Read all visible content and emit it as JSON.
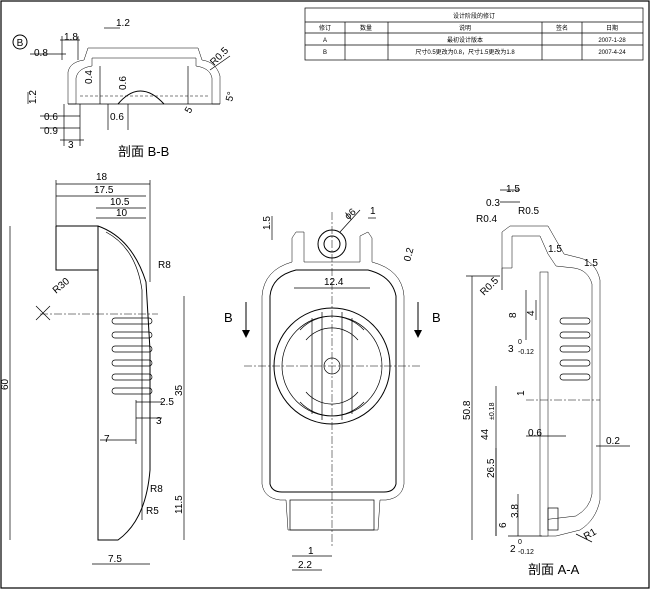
{
  "revision_table": {
    "title": "设计阶段的修订",
    "headers": [
      "修订",
      "数量",
      "说明",
      "签名",
      "日期"
    ],
    "rows": [
      {
        "rev": "A",
        "qty": "",
        "desc": "最初设计版本",
        "sign": "",
        "date": "2007-1-28"
      },
      {
        "rev": "B",
        "qty": "",
        "desc": "尺寸0.5更改为0.8，尺寸1.5更改为1.8",
        "sign": "",
        "date": "2007-4-24"
      }
    ]
  },
  "view_labels": {
    "detail_marker": "B",
    "section_bb": "剖面 B-B",
    "section_aa": "剖面 A-A",
    "cut_left": "B",
    "cut_right": "B"
  },
  "dims_bb": {
    "d1_8": "1.8",
    "d1_2": "1.2",
    "d0_8": "0.8",
    "r0_5": "R0.5",
    "d0_4": "0.4",
    "d0_6a": "0.6",
    "d1_2v": "1.2",
    "d0_6b": "0.6",
    "d0_6c": "0.6",
    "d0_9": "0.9",
    "d3": "3",
    "d5": "5",
    "d5deg": "5°"
  },
  "dims_side": {
    "d18": "18",
    "d17_5": "17.5",
    "d10_5": "10.5",
    "d10": "10",
    "r8a": "R8",
    "r30": "R30",
    "d60": "60",
    "d35": "35",
    "d2_5": "2.5",
    "d3": "3",
    "d7": "7",
    "r8b": "R8",
    "r5": "R5",
    "d11_5": "11.5",
    "d7_5": "7.5"
  },
  "dims_front": {
    "phi6": "ϕ6",
    "d1_5": "1.5",
    "d1": "1",
    "d0_2": "0.2",
    "d12_4": "12.4",
    "d1b": "1",
    "d2_2": "2.2"
  },
  "dims_aa": {
    "d0_3": "0.3",
    "d1_5a": "1.5",
    "r0_4": "R0.4",
    "r0_5a": "R0.5",
    "d1_5b": "1.5",
    "d1_5c": "1.5",
    "r0_5b": "R0.5",
    "d8": "8",
    "d4": "4",
    "d3_tol": "3",
    "tol_3_up": "0",
    "tol_3_dn": "-0.12",
    "d1": "1",
    "d50_8": "50.8",
    "d44": "44",
    "tol_44": "±0.18",
    "d0_6": "0.6",
    "d0_2": "0.2",
    "d26_5": "26.5",
    "d3_8": "3.8",
    "d6": "6",
    "r1": "R1",
    "d2_tol": "2",
    "tol_2_up": "0",
    "tol_2_dn": "-0.12"
  }
}
